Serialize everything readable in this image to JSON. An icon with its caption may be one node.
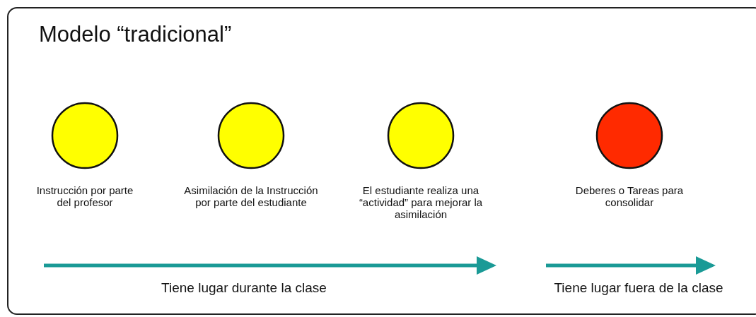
{
  "diagram": {
    "title": "Modelo “tradicional”",
    "nodes": [
      {
        "text": [],
        "shape": "circle",
        "beside": [
          "Instrucción por parte del profesor"
        ]
      },
      {
        "text": [],
        "shape": "circle",
        "beside": [
          "Asimilación de la Instrucción por parte del estudiante"
        ]
      },
      {
        "text": [],
        "shape": "circle",
        "beside": [
          "El estudiante realiza una “actividad” para mejorar la asimilación"
        ]
      },
      {
        "text": [],
        "shape": "circle",
        "beside": [
          "Deberes o Tareas para consolidar"
        ]
      }
    ],
    "labels": [
      "Tiene lugar durante la clase",
      "Tiene lugar fuera de la clase"
    ]
  }
}
